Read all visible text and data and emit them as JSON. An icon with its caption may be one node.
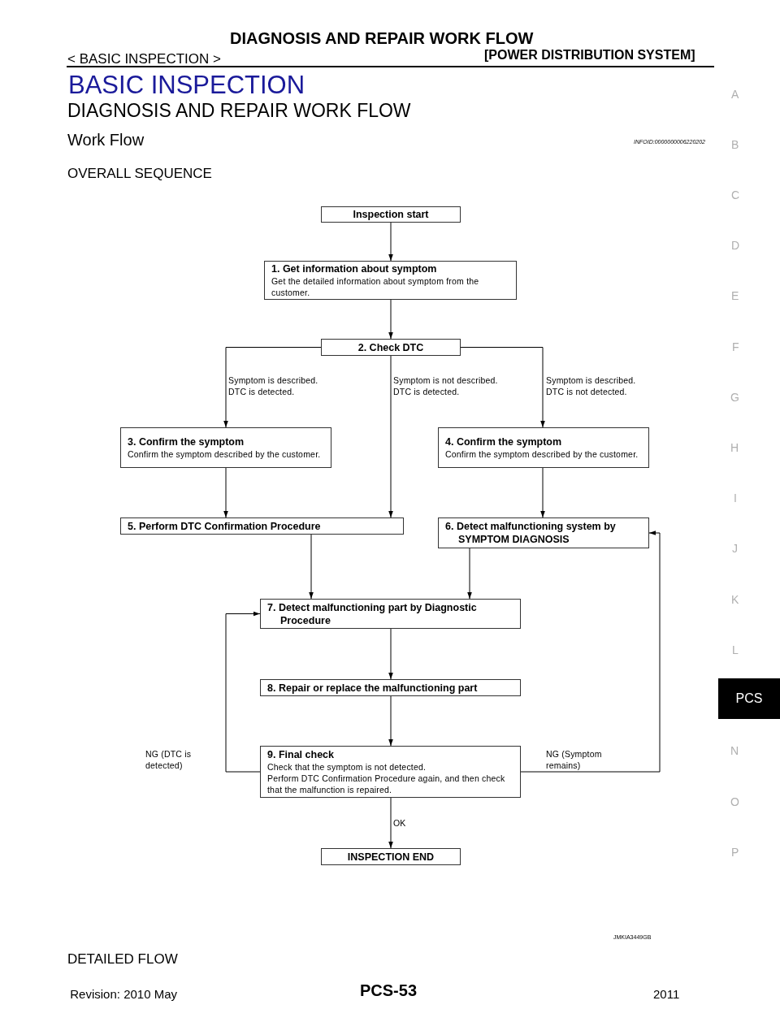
{
  "diagram": {
    "title": "DIAGNOSIS AND REPAIR WORK FLOW",
    "nodes": [
      {
        "text": [
          "Inspection start"
        ]
      },
      {
        "text": [
          "1. Get information about symptom",
          "Get the detailed information about symptom from the customer."
        ]
      },
      {
        "text": [
          "2. Check DTC"
        ]
      },
      {
        "text": [
          "3. Confirm the symptom",
          "Confirm the symptom described by the customer."
        ]
      },
      {
        "text": [
          "4. Confirm the symptom",
          "Confirm the symptom described by the customer."
        ]
      },
      {
        "text": [
          "5. Perform DTC Confirmation Procedure"
        ]
      },
      {
        "text": [
          "6. Detect malfunctioning system by SYMPTOM DIAGNOSIS"
        ]
      },
      {
        "text": [
          "7. Detect malfunctioning part by Diagnostic Procedure"
        ]
      },
      {
        "text": [
          "8. Repair or replace the malfunctioning part"
        ]
      },
      {
        "text": [
          "9. Final check",
          "Check that the symptom is not detected.",
          "Perform DTC Confirmation Procedure again, and then check that the malfunction is repaired."
        ]
      },
      {
        "text": [
          "INSPECTION END"
        ]
      }
    ],
    "edges": [
      {
        "from": 0,
        "to": 1,
        "arrow": "to"
      },
      {
        "from": 1,
        "to": 2,
        "arrow": "to"
      },
      {
        "from": 2,
        "to": 3,
        "arrow": "to",
        "label": "Symptom is described. DTC is detected."
      },
      {
        "from": 2,
        "to": 5,
        "arrow": "to",
        "label": "Symptom is not described. DTC is detected."
      },
      {
        "from": 2,
        "to": 4,
        "arrow": "to",
        "label": "Symptom is described. DTC is not detected."
      },
      {
        "from": 3,
        "to": 5,
        "arrow": "to"
      },
      {
        "from": 4,
        "to": 6,
        "arrow": "to"
      },
      {
        "from": 5,
        "to": 7,
        "arrow": "to"
      },
      {
        "from": 6,
        "to": 7,
        "arrow": "to"
      },
      {
        "from": 7,
        "to": 8,
        "arrow": "to"
      },
      {
        "from": 8,
        "to": 9,
        "arrow": "to"
      },
      {
        "from": 9,
        "to": 7,
        "arrow": "to",
        "label": "NG (DTC is detected)"
      },
      {
        "from": 9,
        "to": 6,
        "arrow": "to",
        "label": "NG (Symptom remains)"
      },
      {
        "from": 9,
        "to": 10,
        "arrow": "to",
        "label": "OK"
      }
    ],
    "labels": [
      "< BASIC INSPECTION >",
      "[POWER DISTRIBUTION SYSTEM]",
      "BASIC INSPECTION",
      "DIAGNOSIS AND REPAIR WORK FLOW",
      "Work Flow",
      "INFOID:0000000006220202",
      "OVERALL SEQUENCE",
      "A",
      "B",
      "C",
      "D",
      "E",
      "F",
      "G",
      "H",
      "I",
      "J",
      "K",
      "L",
      "PCS",
      "N",
      "O",
      "P",
      "JMKIA3449GB",
      "DETAILED FLOW",
      "Revision: 2010 May",
      "PCS-53",
      "2011"
    ]
  }
}
